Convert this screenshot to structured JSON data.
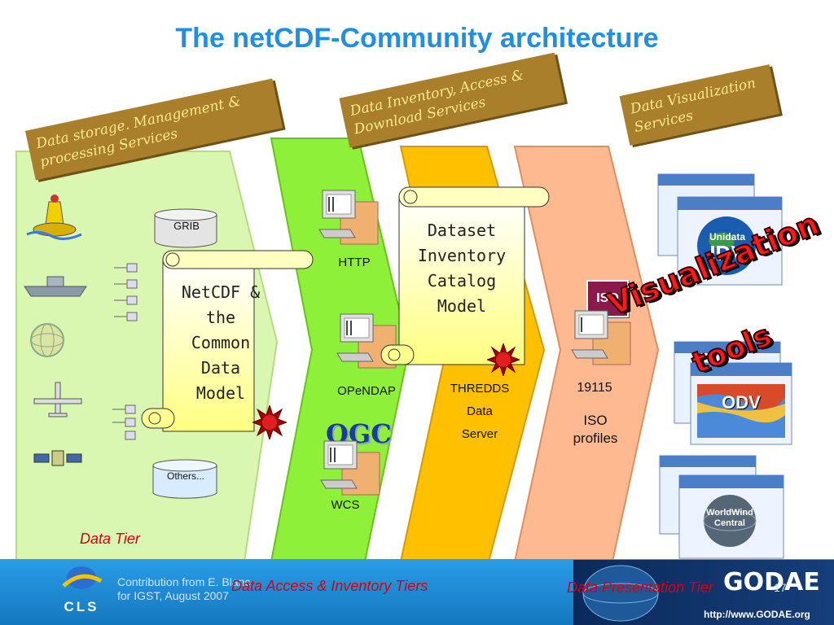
{
  "title": "The netCDF-Community architecture",
  "colors": {
    "title": "#1f8fe0",
    "tag_bg": "#a97f2b",
    "tag_text": "#ffe98a",
    "data_tier": "#d9f7b0",
    "access_tier": "#8ff03a",
    "inventory_tier": "#ffc000",
    "presentation_tier": "#ffb990",
    "footer_bar": "#1e90d8",
    "tier_label": "#d4001a"
  },
  "tags": {
    "storage": "Data storage. Management & processing Services",
    "inventory": "Data Inventory, Access & Download Services",
    "visualization": "Data Visualization Services"
  },
  "storage": {
    "grib": "GRIB",
    "others": "Others...",
    "scroll": [
      "NetCDF &",
      "the",
      "Common",
      "Data",
      "Model"
    ]
  },
  "access": {
    "http": "HTTP",
    "opendap": "OPeNDAP",
    "wcs": "WCS",
    "ogc": "OGC"
  },
  "inventory": {
    "scroll": [
      "Dataset",
      "Inventory",
      "Catalog",
      "Model"
    ],
    "thredds": [
      "THREDDS",
      "Data",
      "Server"
    ]
  },
  "presentation": {
    "iso_badge": "ISO",
    "iso_num": "19115",
    "iso_text": [
      "ISO",
      "profiles"
    ],
    "apps": [
      "IDV",
      "ODV"
    ],
    "unidata": "Unidata",
    "worldwind": "WorldWind",
    "central": "Central",
    "wordart": [
      "Visualization",
      "tools"
    ]
  },
  "tiers": {
    "data": "Data Tier",
    "access": "Data Access & Inventory Tiers",
    "presentation": "Data Presentation Tier"
  },
  "footer": {
    "contribution": [
      "Contribution from E. Blanc",
      "for IGST, August 2007"
    ],
    "cls": "CLS",
    "godae": "GODAE",
    "url": "http://www.GODAE.org",
    "slide_num": "17"
  }
}
